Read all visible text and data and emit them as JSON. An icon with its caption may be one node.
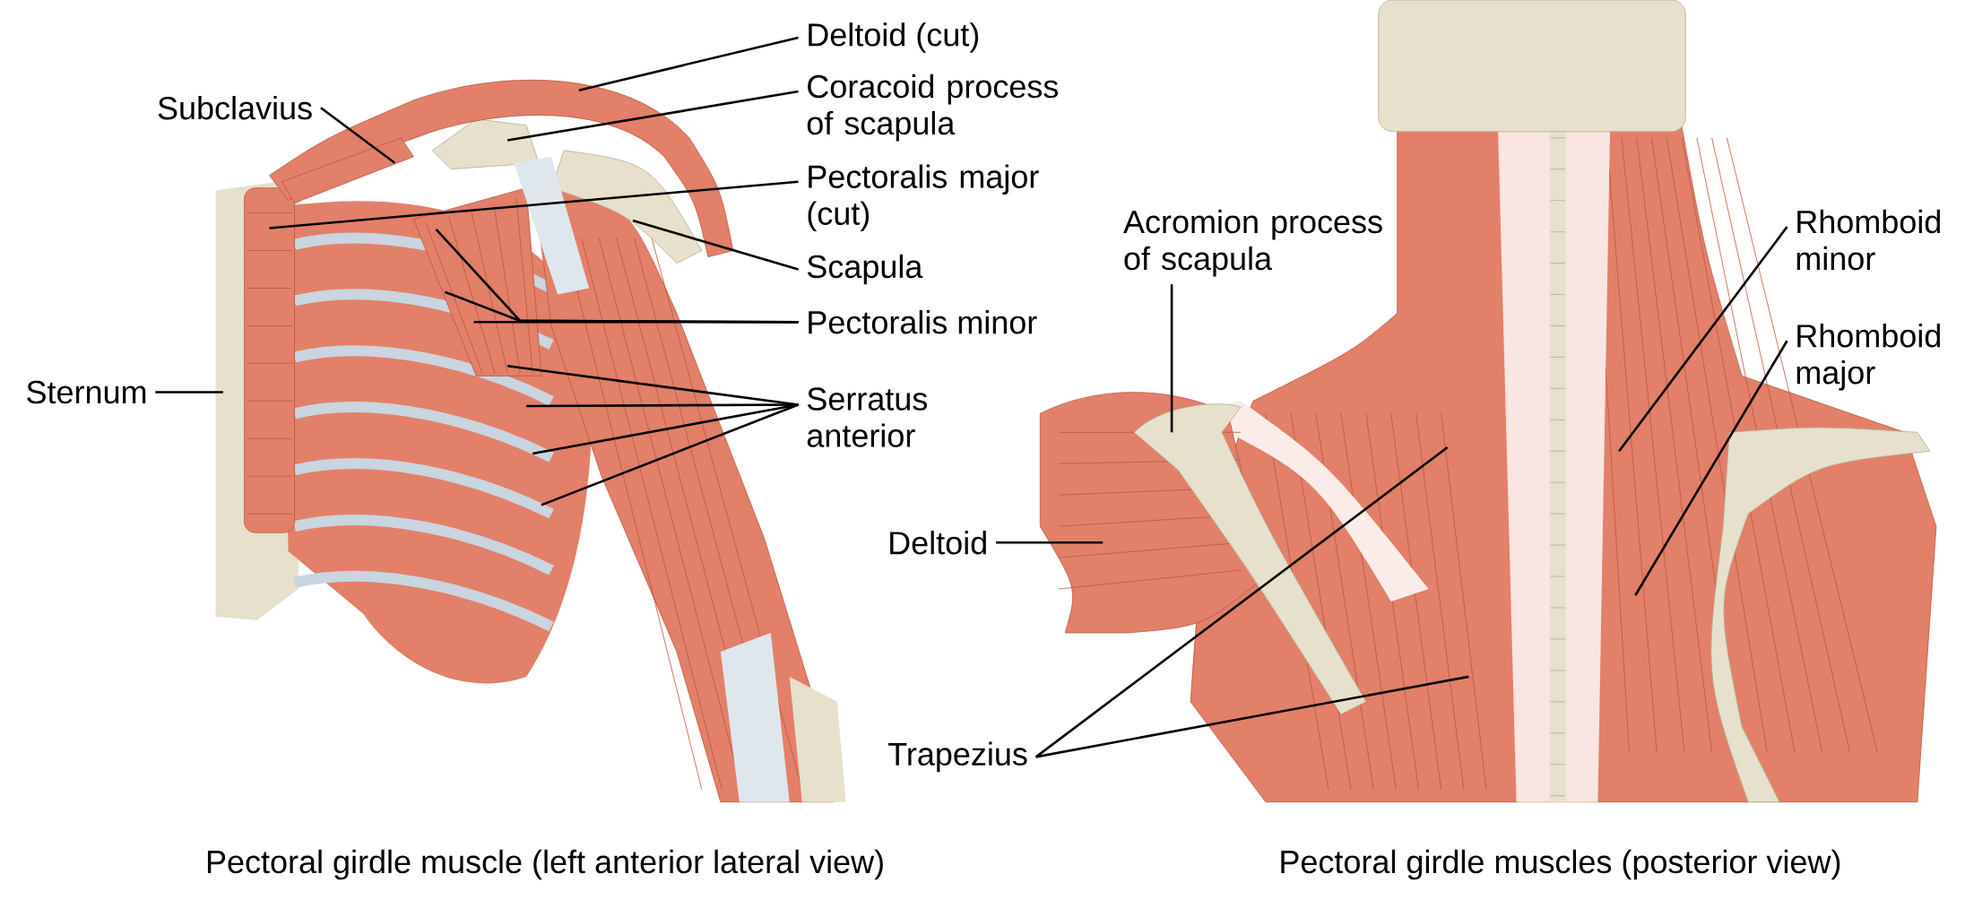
{
  "diagram": {
    "nodes": [
      {
        "text": [
          "Deltoid (cut)"
        ]
      },
      {
        "text": [
          "Coracoid process of scapula"
        ]
      },
      {
        "text": [
          "Subclavius"
        ]
      },
      {
        "text": [
          "Pectoralis major (cut)"
        ]
      },
      {
        "text": [
          "Scapula"
        ]
      },
      {
        "text": [
          "Pectoralis minor"
        ]
      },
      {
        "text": [
          "Serratus anterior"
        ]
      },
      {
        "text": [
          "Sternum"
        ]
      },
      {
        "text": [
          "Acromion process of scapula"
        ]
      },
      {
        "text": [
          "Rhomboid minor"
        ]
      },
      {
        "text": [
          "Rhomboid major"
        ]
      },
      {
        "text": [
          "Deltoid"
        ]
      },
      {
        "text": [
          "Trapezius"
        ]
      }
    ],
    "edges": [
      {
        "from": 0,
        "to": null,
        "arrow": "none"
      },
      {
        "from": 1,
        "to": null,
        "arrow": "none"
      },
      {
        "from": 2,
        "to": null,
        "arrow": "none"
      },
      {
        "from": 3,
        "to": null,
        "arrow": "none"
      },
      {
        "from": 4,
        "to": null,
        "arrow": "none"
      },
      {
        "from": 5,
        "to": null,
        "arrow": "none"
      },
      {
        "from": 5,
        "to": null,
        "arrow": "none"
      },
      {
        "from": 5,
        "to": null,
        "arrow": "none"
      },
      {
        "from": 6,
        "to": null,
        "arrow": "none"
      },
      {
        "from": 6,
        "to": null,
        "arrow": "none"
      },
      {
        "from": 6,
        "to": null,
        "arrow": "none"
      },
      {
        "from": 6,
        "to": null,
        "arrow": "none"
      },
      {
        "from": 7,
        "to": null,
        "arrow": "none"
      },
      {
        "from": 8,
        "to": null,
        "arrow": "none"
      },
      {
        "from": 9,
        "to": null,
        "arrow": "none"
      },
      {
        "from": 10,
        "to": null,
        "arrow": "none"
      },
      {
        "from": 11,
        "to": null,
        "arrow": "none"
      },
      {
        "from": 12,
        "to": null,
        "arrow": "none"
      },
      {
        "from": 12,
        "to": null,
        "arrow": "none"
      }
    ],
    "labels": [
      "Pectoral girdle muscle (left anterior lateral view)",
      "Pectoral girdle muscles (posterior view)"
    ]
  }
}
